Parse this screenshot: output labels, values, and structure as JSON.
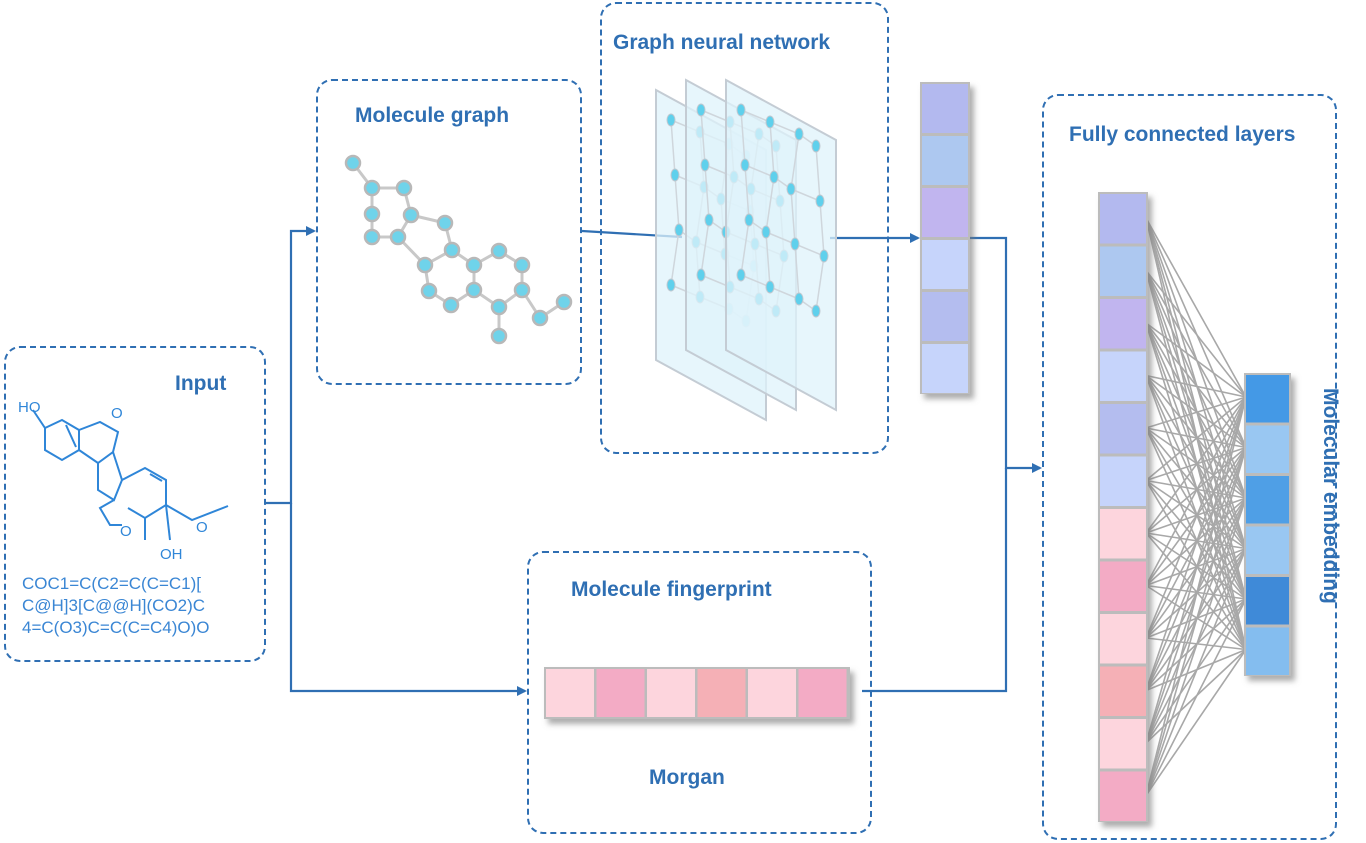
{
  "input": {
    "title": "Input",
    "molecule_labels": {
      "ho": "HO",
      "oh": "OH",
      "o1": "O",
      "o2": "O",
      "o3": "O"
    },
    "smiles_lines": [
      "COC1=C(C2=C(C=C1)[",
      "C@H]3[C@@H](CO2)C",
      "4=C(O3)C=C(C=C4)O)O"
    ]
  },
  "molecule_graph": {
    "title": "Molecule graph"
  },
  "gnn": {
    "title": "Graph neural network",
    "layer_count": 3
  },
  "gnn_output_vector": {
    "colors": [
      "#b3b9ef",
      "#adc8f0",
      "#c1b5ef",
      "#c6d4fb",
      "#b4bdef",
      "#c6d4fb"
    ]
  },
  "fingerprint": {
    "title": "Molecule fingerprint",
    "method": "Morgan",
    "colors": [
      "#fdd5dd",
      "#f3abc5",
      "#fdd5dd",
      "#f5b0b6",
      "#fdd5dd",
      "#f3abc5"
    ]
  },
  "fully_connected": {
    "title": "Fully connected layers",
    "input_colors": [
      "#b3b9ef",
      "#adc8f0",
      "#c1b5ef",
      "#c6d4fb",
      "#b4bdef",
      "#c6d4fb",
      "#fdd5dd",
      "#f3abc5",
      "#fdd5dd",
      "#f5b0b6",
      "#fdd5dd",
      "#f3abc5"
    ],
    "output_colors": [
      "#4499e6",
      "#99c7f2",
      "#4f9fe6",
      "#99c7f2",
      "#3f8ad8",
      "#84bdef"
    ],
    "output_label": "Molecular embedding"
  },
  "colors": {
    "accent": "#2f6fb3",
    "node_fill": "#6fd3ea",
    "node_stroke": "#b8b8b8",
    "edge": "#c8c8c8"
  }
}
